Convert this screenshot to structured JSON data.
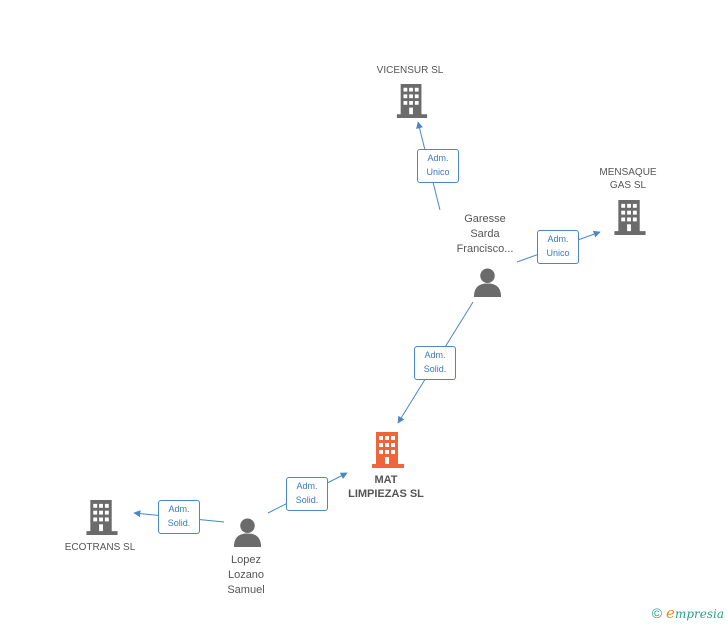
{
  "nodes": {
    "vicensur": {
      "label": "VICENSUR SL",
      "kind": "company"
    },
    "mensaque": {
      "label": "MENSAQUE\nGAS SL",
      "kind": "company"
    },
    "garesse": {
      "label": "Garesse\nSarda\nFrancisco...",
      "kind": "person"
    },
    "mat": {
      "label": "MAT\nLIMPIEZAS SL",
      "kind": "main"
    },
    "ecotrans": {
      "label": "ECOTRANS SL",
      "kind": "company"
    },
    "lopez": {
      "label": "Lopez\nLozano\nSamuel",
      "kind": "person"
    }
  },
  "edges": {
    "garesse_vicensur": {
      "label": "Adm.\nUnico"
    },
    "garesse_mensaque": {
      "label": "Adm.\nUnico"
    },
    "garesse_mat": {
      "label": "Adm.\nSolid."
    },
    "lopez_mat": {
      "label": "Adm.\nSolid."
    },
    "lopez_ecotrans": {
      "label": "Adm.\nSolid."
    }
  },
  "colors": {
    "company_icon": "#6b6b6b",
    "main_icon": "#f0643c",
    "person_icon": "#6b6b6b",
    "edge": "#4a86c8",
    "edge_label": "#3b78c0"
  },
  "brand": {
    "copyright": "©",
    "first_letter": "e",
    "rest": "mpresia"
  }
}
